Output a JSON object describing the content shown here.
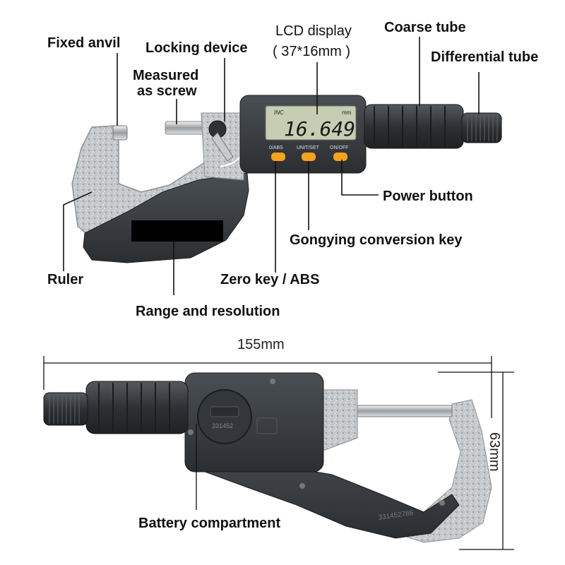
{
  "labels": {
    "fixed_anvil": "Fixed anvil",
    "locking_device": "Locking device",
    "measured_screw_1": "Measured",
    "measured_screw_2": "as screw",
    "lcd_display": "LCD display",
    "lcd_size": "( 37*16mm )",
    "coarse_tube": "Coarse tube",
    "differential_tube": "Differential tube",
    "power_button": "Power button",
    "gongying_key": "Gongying conversion key",
    "ruler": "Ruler",
    "zero_key": "Zero key / ABS",
    "range_resolution": "Range and resolution",
    "battery": "Battery compartment"
  },
  "dimensions": {
    "length": "155mm",
    "height": "63mm"
  },
  "lcd": {
    "mode": "INC",
    "unit": "mm",
    "reading": "16.649"
  },
  "buttons": {
    "zero_abs": "0/ABS",
    "unit_set": "UNIT/SET",
    "on_off": "ON/OFF"
  },
  "serial": "331452786",
  "battery_cover_text": "331452",
  "colors": {
    "body": "#3b3f43",
    "body_dark": "#26292c",
    "frame": "#c9cdd0",
    "lcd": "#c6cdb3",
    "button": "#f7a21b",
    "label": "#111111"
  }
}
